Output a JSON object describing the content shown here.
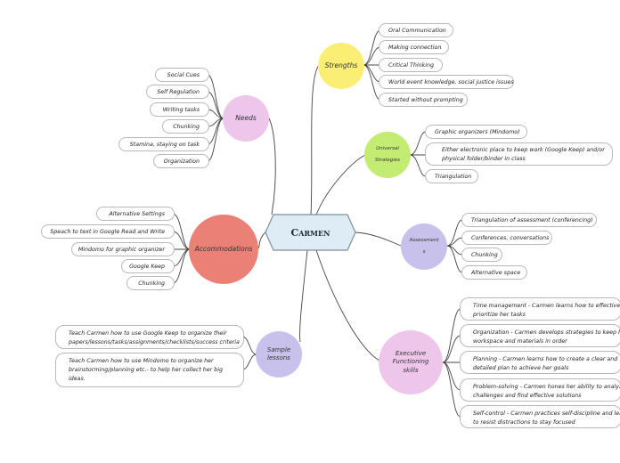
{
  "center": {
    "label": "Carmen"
  },
  "colors": {
    "center_fill": "#deedf5",
    "center_stroke": "#7e8f99",
    "line": "#444444"
  },
  "topics": {
    "strengths": {
      "label": "Strengths",
      "color": "#fbee75",
      "items": [
        "Oral Communication",
        "Making connection",
        "Critical Thinking",
        "World event knowledge, social justice issues",
        "Started without prompting"
      ]
    },
    "universal": {
      "label_line1": "Universal",
      "label_line2": "Strategies",
      "color": "#c5ec72",
      "items": [
        "Graphic organizers (Mindomo)",
        "Either electronic place to keep work (Google Keep) and/or",
        "physical folder/binder in class",
        "Triangulation"
      ]
    },
    "assessment": {
      "label_line1": "Assessment",
      "label_line2": "s",
      "color": "#c7c1eb",
      "items": [
        "Triangulation of assessment (conferencing)",
        "Conferences, conversations",
        "Chunking",
        "Alternative space"
      ]
    },
    "executive": {
      "label_line1": "Executive",
      "label_line2": "Functioning",
      "label_line3": "skills",
      "color": "#eec6ec",
      "items": [
        {
          "line1": "Time management - Carmen learns how to effectively",
          "line2": "prioritize her tasks"
        },
        {
          "line1": "Organization - Carmen develops strategies to keep her",
          "line2": "workspace and materials in order"
        },
        {
          "line1": "Planning - Carmen learns how to create a clear and",
          "line2": "detailed plan to achieve her goals"
        },
        {
          "line1": "Problem-solving - Carmen hones her ability to analyze",
          "line2": "challenges and find effective solutions"
        },
        {
          "line1": "Self-control - Carmen practices self-discipline and learn",
          "line2": "to resist distractions to stay focused"
        }
      ]
    },
    "needs": {
      "label": "Needs",
      "color": "#eec6ec",
      "items": [
        "Social Cues",
        "Self Regulation",
        "Writing tasks",
        "Chunking",
        "Stamina, staying on task",
        "Organization"
      ]
    },
    "accommodations": {
      "label": "Accommodations",
      "color": "#eb8077",
      "items": [
        "Alternative Settings",
        "Speach to text in Google Read and Write",
        "Mindomo for graphic organizer",
        "Google Keep",
        "Chunking"
      ]
    },
    "sample": {
      "label_line1": "Sample",
      "label_line2": "lessons",
      "color": "#c7c1eb",
      "items": [
        {
          "line1": "Teach Carmen how to use Google Keep to organize their",
          "line2": "papers/lessons/tasks/assignments/checklists/success criteria"
        },
        {
          "line1": "Teach Carmen how to use Mindomo to organize her",
          "line2": "brainstorming/planning etc.- to help her collect her big",
          "line3": "ideas."
        }
      ]
    }
  }
}
